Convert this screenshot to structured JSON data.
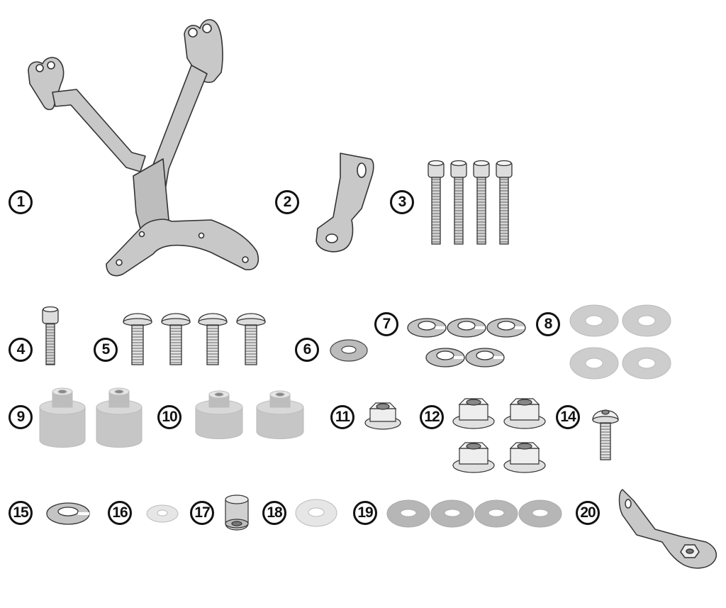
{
  "parts": [
    {
      "number": "1"
    },
    {
      "number": "2"
    },
    {
      "number": "3"
    },
    {
      "number": "4"
    },
    {
      "number": "5"
    },
    {
      "number": "6"
    },
    {
      "number": "7"
    },
    {
      "number": "8"
    },
    {
      "number": "9"
    },
    {
      "number": "10"
    },
    {
      "number": "11"
    },
    {
      "number": "12"
    },
    {
      "number": "14"
    },
    {
      "number": "15"
    },
    {
      "number": "16"
    },
    {
      "number": "17"
    },
    {
      "number": "18"
    },
    {
      "number": "19"
    },
    {
      "number": "20"
    }
  ],
  "colors": {
    "steel": "#c8c8c8",
    "steel_light": "#e4e4e4",
    "rubber": "#b4b4b4",
    "outline": "#333333",
    "white_part": "#ececec"
  }
}
